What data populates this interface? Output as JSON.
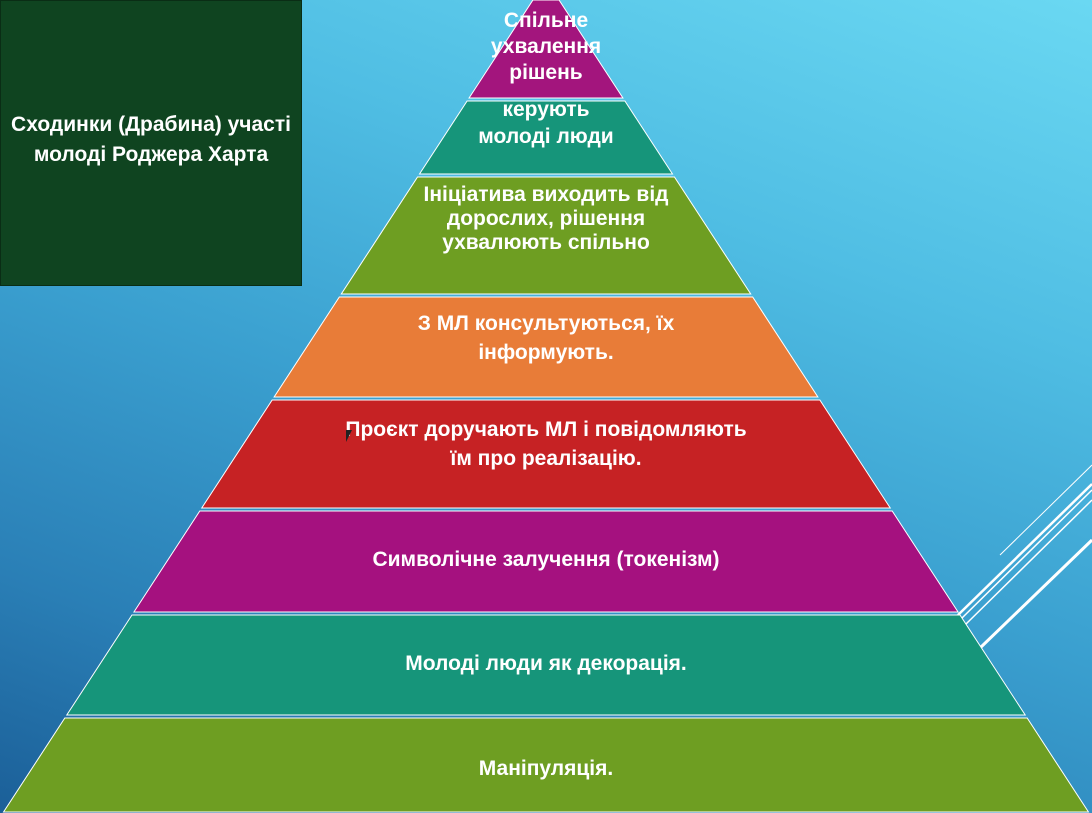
{
  "slide": {
    "title": "Сходинки (Драбина) участі молоді Роджера Харта",
    "levels": [
      {
        "label": "Спільне ухвалення рішень",
        "color": "#a3157d"
      },
      {
        "label": "керують молоді люди",
        "color": "#16957a"
      },
      {
        "label": "Ініціатива виходить від дорослих, рішення ухвалюють спільно",
        "color": "#6e9e22"
      },
      {
        "label": "З МЛ консультуються, їх інформують.",
        "color": "#e87c38"
      },
      {
        "label": "Проєкт доручають МЛ і повідомляють їм про реалізацію.",
        "color": "#c62224"
      },
      {
        "label": "Символічне залучення (токенізм)",
        "color": "#a5117f"
      },
      {
        "label": "Молоді люди як декорація.",
        "color": "#16957a"
      },
      {
        "label": "Маніпуляція.",
        "color": "#6e9e22"
      }
    ]
  }
}
